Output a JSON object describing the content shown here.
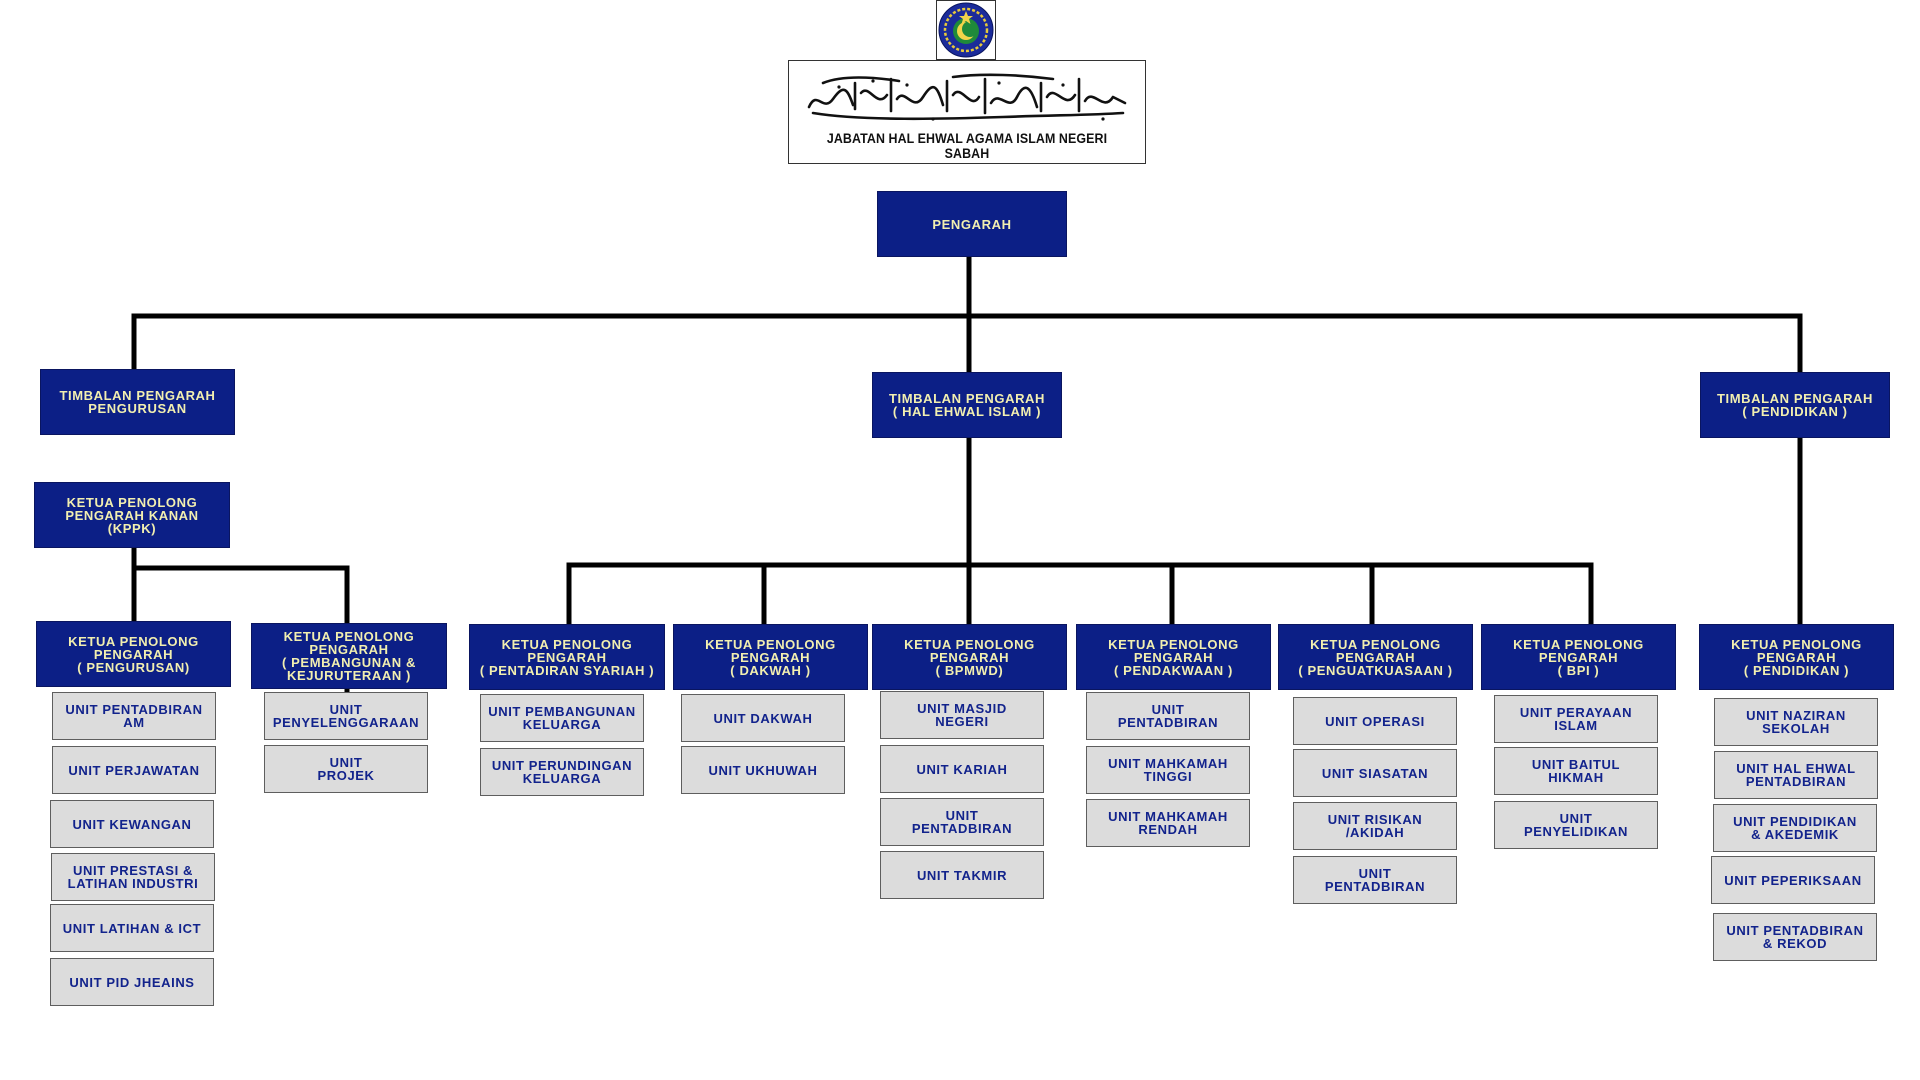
{
  "header": {
    "department": "JABATAN HAL EHWAL AGAMA ISLAM NEGERI SABAH"
  },
  "colors": {
    "box_fill": "#0c1f86",
    "box_text": "#f2efb0",
    "unit_fill": "#dcdcdc",
    "unit_text": "#12238c",
    "connector": "#000000"
  },
  "org": {
    "director": "PENGARAH",
    "deputies": [
      "TIMBALAN PENGARAH\nPENGURUSAN",
      "TIMBALAN PENGARAH\n( HAL EHWAL ISLAM )",
      "TIMBALAN PENGARAH\n( PENDIDIKAN )"
    ],
    "kppk": "KETUA PENOLONG\nPENGARAH KANAN\n(KPPK)",
    "sections": [
      {
        "head": "KETUA PENOLONG\nPENGARAH\n( PENGURUSAN)",
        "units": [
          "UNIT PENTADBIRAN\nAM",
          "UNIT PERJAWATAN",
          "UNIT KEWANGAN",
          "UNIT PRESTASI &\nLATIHAN INDUSTRI",
          "UNIT LATIHAN & ICT",
          "UNIT PID JHEAINS"
        ]
      },
      {
        "head": "KETUA PENOLONG\nPENGARAH\n( PEMBANGUNAN &\nKEJURUTERAAN )",
        "units": [
          "UNIT\nPENYELENGGARAAN",
          "UNIT\nPROJEK"
        ]
      },
      {
        "head": "KETUA PENOLONG\nPENGARAH\n( PENTADIRAN SYARIAH )",
        "units": [
          "UNIT PEMBANGUNAN\nKELUARGA",
          "UNIT PERUNDINGAN\nKELUARGA"
        ]
      },
      {
        "head": "KETUA PENOLONG\nPENGARAH\n( DAKWAH )",
        "units": [
          "UNIT DAKWAH",
          "UNIT UKHUWAH"
        ]
      },
      {
        "head": "KETUA PENOLONG\nPENGARAH\n( BPMWD)",
        "units": [
          "UNIT MASJID\nNEGERI",
          "UNIT KARIAH",
          "UNIT\nPENTADBIRAN",
          "UNIT TAKMIR"
        ]
      },
      {
        "head": "KETUA PENOLONG\nPENGARAH\n( PENDAKWAAN )",
        "units": [
          "UNIT\nPENTADBIRAN",
          "UNIT MAHKAMAH\nTINGGI",
          "UNIT MAHKAMAH\nRENDAH"
        ]
      },
      {
        "head": "KETUA PENOLONG\nPENGARAH\n( PENGUATKUASAAN )",
        "units": [
          "UNIT OPERASI",
          "UNIT SIASATAN",
          "UNIT RISIKAN\n/AKIDAH",
          "UNIT\nPENTADBIRAN"
        ]
      },
      {
        "head": "KETUA PENOLONG\nPENGARAH\n( BPI )",
        "units": [
          "UNIT PERAYAAN\nISLAM",
          "UNIT BAITUL\nHIKMAH",
          "UNIT\nPENYELIDIKAN"
        ]
      },
      {
        "head": "KETUA PENOLONG\nPENGARAH\n( PENDIDIKAN )",
        "units": [
          "UNIT NAZIRAN\nSEKOLAH",
          "UNIT HAL EHWAL\nPENTADBIRAN",
          "UNIT PENDIDIKAN\n& AKEDEMIK",
          "UNIT PEPERIKSAAN",
          "UNIT PENTADBIRAN\n& REKOD"
        ]
      }
    ]
  }
}
